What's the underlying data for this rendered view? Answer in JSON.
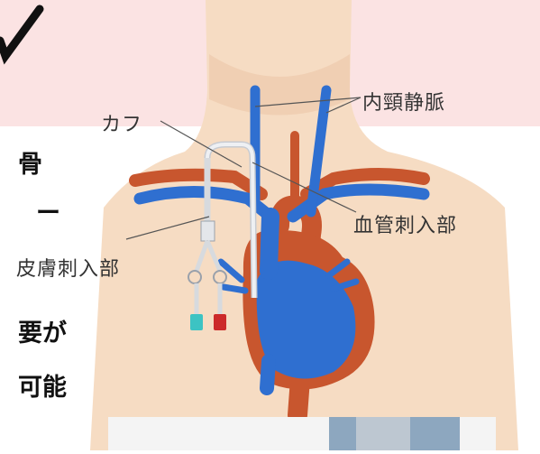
{
  "labels": {
    "jugular": "内頸静脈",
    "cuff": "カフ",
    "vessel_entry": "血管刺入部",
    "skin_entry": "皮膚刺入部"
  },
  "cropped_text": {
    "line1": "骨",
    "line2": "ー",
    "line3": "要が",
    "line4": "可能"
  },
  "colors": {
    "header_band": "#fbe3e3",
    "skin": "#f6dcc3",
    "vein_blue": "#2f6fd0",
    "artery_red": "#c8562e",
    "catheter": "#e6e8ec"
  }
}
